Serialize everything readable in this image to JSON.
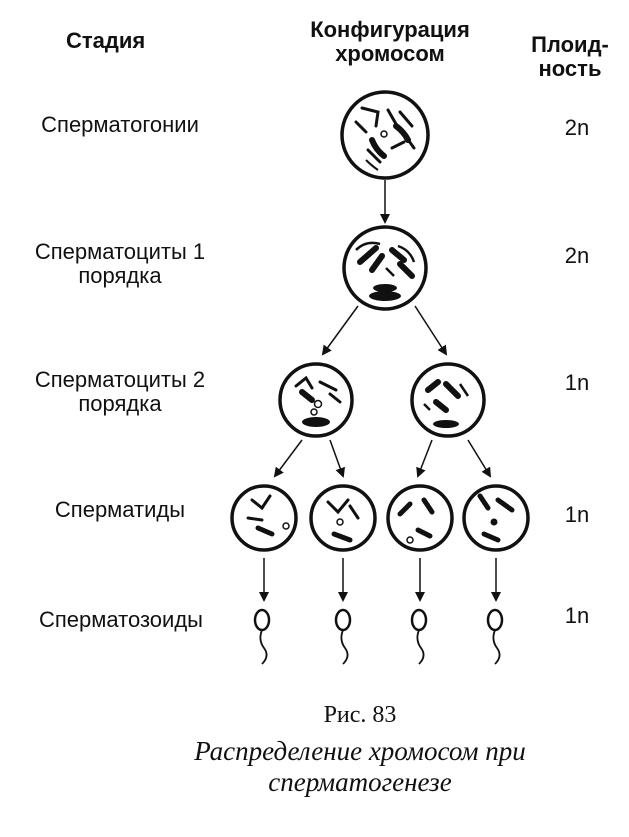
{
  "headers": {
    "stage": "Стадия",
    "configuration": "Конфигурация хромосом",
    "ploidy": "Плоид-ность"
  },
  "stages": [
    {
      "name": "Сперматогонии",
      "ploidy": "2n"
    },
    {
      "name": "Сперматоциты 1 порядка",
      "ploidy": "2n"
    },
    {
      "name": "Сперматоциты 2 порядка",
      "ploidy": "1n"
    },
    {
      "name": "Сперматиды",
      "ploidy": "1n"
    },
    {
      "name": "Сперматозоиды",
      "ploidy": "1n"
    }
  ],
  "figure_label": "Рис. 83",
  "caption": "Распределение хромосом при сперматогенезе"
}
